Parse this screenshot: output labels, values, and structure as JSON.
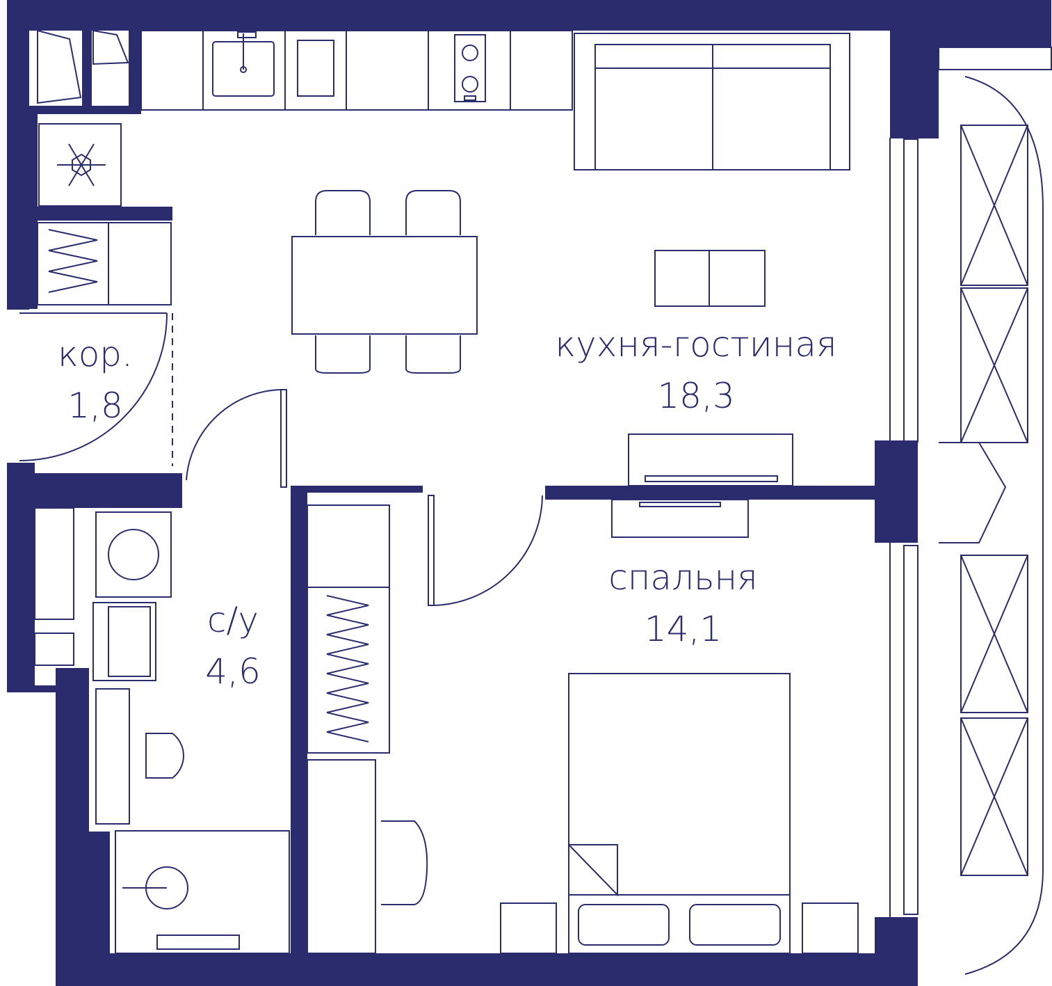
{
  "colors": {
    "wall": "#2b2c6e",
    "line": "#2b2c6e",
    "background": "#ffffff"
  },
  "rooms": [
    {
      "id": "living",
      "name": "кухня-гостиная",
      "area": "18,3"
    },
    {
      "id": "bedroom",
      "name": "спальня",
      "area": "14,1"
    },
    {
      "id": "bathroom",
      "name": "с/у",
      "area": "4,6"
    },
    {
      "id": "corridor",
      "name": "кор.",
      "area": "1,8"
    }
  ],
  "icons": {
    "freezer": "snowflake-icon"
  }
}
